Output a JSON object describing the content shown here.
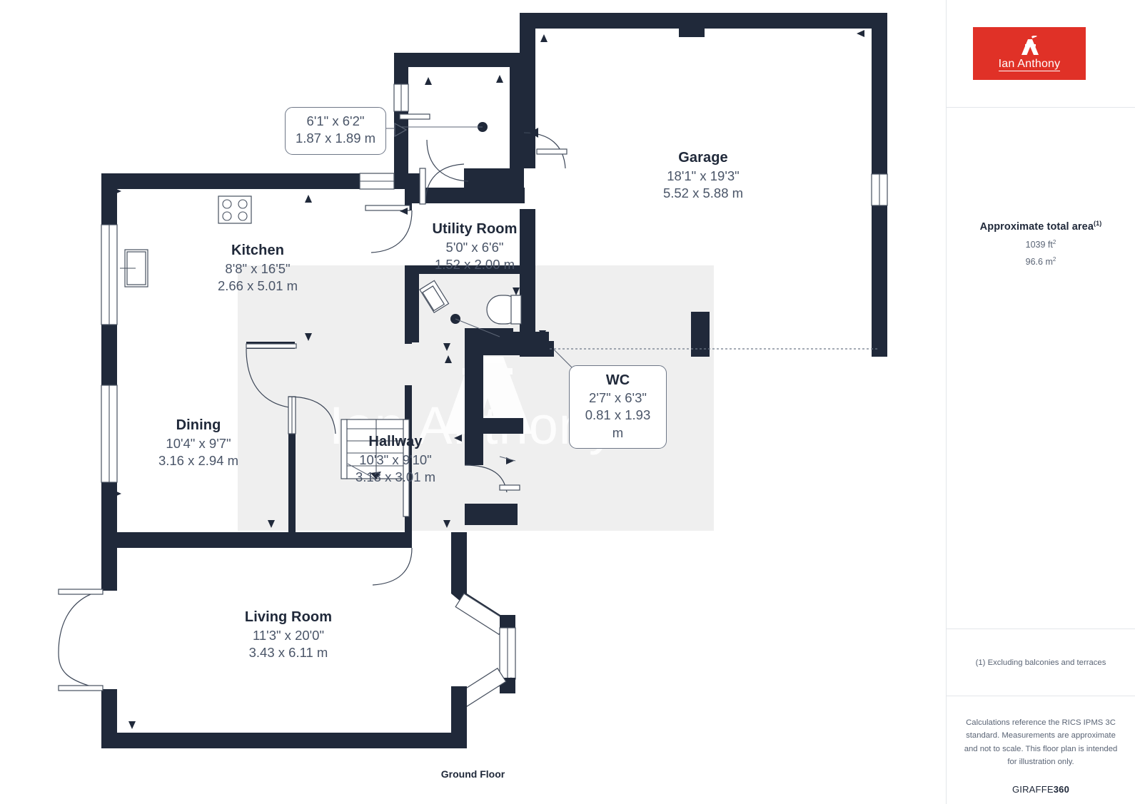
{
  "floor": {
    "title": "Ground Floor"
  },
  "rooms": [
    {
      "key": "garage",
      "name": "Garage",
      "imperial": "18'1\" x 19'3\"",
      "metric": "5.52 x 5.88 m"
    },
    {
      "key": "kitchen",
      "name": "Kitchen",
      "imperial": "8'8\" x 16'5\"",
      "metric": "2.66 x 5.01 m"
    },
    {
      "key": "utility",
      "name": "Utility Room",
      "imperial": "5'0\" x 6'6\"",
      "metric": "1.52 x 2.00 m"
    },
    {
      "key": "dining",
      "name": "Dining",
      "imperial": "10'4\" x 9'7\"",
      "metric": "3.16 x 2.94 m"
    },
    {
      "key": "hallway",
      "name": "Hallway",
      "imperial": "10'3\" x 9'10\"",
      "metric": "3.13 x 3.01 m"
    },
    {
      "key": "living",
      "name": "Living Room",
      "imperial": "11'3\" x 20'0\"",
      "metric": "3.43 x 6.11 m"
    }
  ],
  "callouts": [
    {
      "key": "porch",
      "name": "",
      "imperial": "6'1\" x 6'2\"",
      "metric": "1.87 x 1.89 m"
    },
    {
      "key": "wc",
      "name": "WC",
      "imperial": "2'7\" x 6'3\"",
      "metric": "0.81 x 1.93 m"
    }
  ],
  "watermark": {
    "text": "Ian Anthony"
  },
  "sidebar": {
    "logo": {
      "text": "Ian Anthony",
      "background": "#e03127"
    },
    "area": {
      "title": "Approximate total area",
      "title_sup": "(1)",
      "imperial": "1039 ft",
      "imperial_sup": "2",
      "metric": "96.6 m",
      "metric_sup": "2"
    },
    "footnote": "(1) Excluding balconies and terraces",
    "disclaimer": "Calculations reference the RICS IPMS 3C standard. Measurements are approximate and not to scale. This floor plan is intended for illustration only.",
    "brand_light": "GIRAFFE",
    "brand_bold": "360"
  },
  "colors": {
    "wall": "#20293a",
    "accent": "#e03127",
    "text": "#20293a",
    "dim_text": "#4a5568",
    "shade": "#efefef"
  }
}
